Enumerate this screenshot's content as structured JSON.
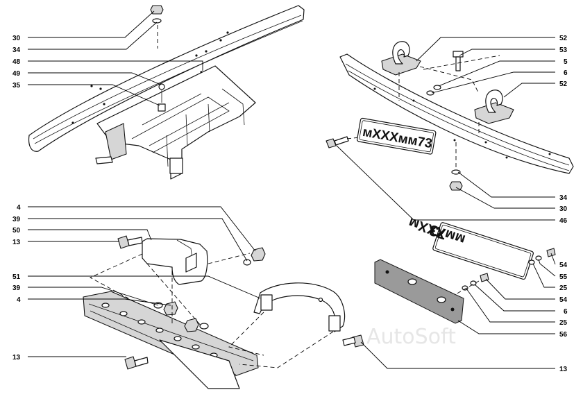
{
  "labels_left": [
    {
      "id": "l30a",
      "text": "30"
    },
    {
      "id": "l34a",
      "text": "34"
    },
    {
      "id": "l48",
      "text": "48"
    },
    {
      "id": "l49",
      "text": "49"
    },
    {
      "id": "l35",
      "text": "35"
    },
    {
      "id": "l4a",
      "text": "4"
    },
    {
      "id": "l39a",
      "text": "39"
    },
    {
      "id": "l50",
      "text": "50"
    },
    {
      "id": "l13a",
      "text": "13"
    },
    {
      "id": "l51",
      "text": "51"
    },
    {
      "id": "l39b",
      "text": "39"
    },
    {
      "id": "l4b",
      "text": "4"
    },
    {
      "id": "l13b",
      "text": "13"
    }
  ],
  "labels_right": [
    {
      "id": "r52a",
      "text": "52"
    },
    {
      "id": "r53",
      "text": "53"
    },
    {
      "id": "r5",
      "text": "5"
    },
    {
      "id": "r6a",
      "text": "6"
    },
    {
      "id": "r52b",
      "text": "52"
    },
    {
      "id": "r34",
      "text": "34"
    },
    {
      "id": "r30",
      "text": "30"
    },
    {
      "id": "r46",
      "text": "46"
    },
    {
      "id": "r54a",
      "text": "54"
    },
    {
      "id": "r55",
      "text": "55"
    },
    {
      "id": "r25a",
      "text": "25"
    },
    {
      "id": "r54b",
      "text": "54"
    },
    {
      "id": "r6b",
      "text": "6"
    },
    {
      "id": "r25b",
      "text": "25"
    },
    {
      "id": "r56",
      "text": "56"
    },
    {
      "id": "r13",
      "text": "13"
    }
  ],
  "plates": {
    "front": "мXXXмм73",
    "rear_number": "73",
    "rear_text": "ммXXXм"
  },
  "watermark": "AutoSoft"
}
